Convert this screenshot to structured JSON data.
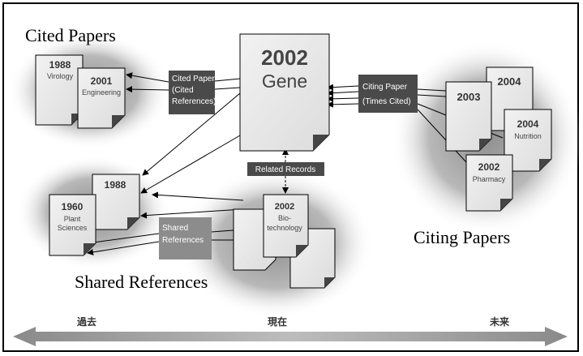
{
  "headings": {
    "cited_papers": "Cited Papers",
    "citing_papers": "Citing Papers",
    "shared_references": "Shared References"
  },
  "center_paper": {
    "year": "2002",
    "subject": "Gene"
  },
  "labels": {
    "cited_paper": [
      "Cited Paper",
      "(Cited",
      "References)"
    ],
    "citing_paper": [
      "Citing Paper",
      "(Times Cited)"
    ],
    "related_records": "Related Records",
    "shared_references": [
      "Shared",
      "References"
    ]
  },
  "cited_papers": [
    {
      "year": "1988",
      "subject": "Virology"
    },
    {
      "year": "2001",
      "subject": "Engineering"
    }
  ],
  "citing_papers": [
    {
      "year": "2004",
      "subject": ""
    },
    {
      "year": "2003",
      "subject": ""
    },
    {
      "year": "2004",
      "subject": "Nutrition"
    },
    {
      "year": "2002",
      "subject": "Pharmacy"
    }
  ],
  "shared_references_papers": [
    {
      "year": "1988",
      "subject": ""
    },
    {
      "year": "1960",
      "subject": "Plant\nSciences"
    }
  ],
  "related_paper": {
    "year": "2002",
    "subject": "Bio-\ntechnology"
  },
  "timeline": {
    "past": "過去",
    "present": "現在",
    "future": "未来"
  },
  "colors": {
    "label_box": "#4a4a4a",
    "shared_box": "#8c8c8c",
    "paper_fill": "#e6e6e6",
    "glow": "#9a9a9a"
  }
}
